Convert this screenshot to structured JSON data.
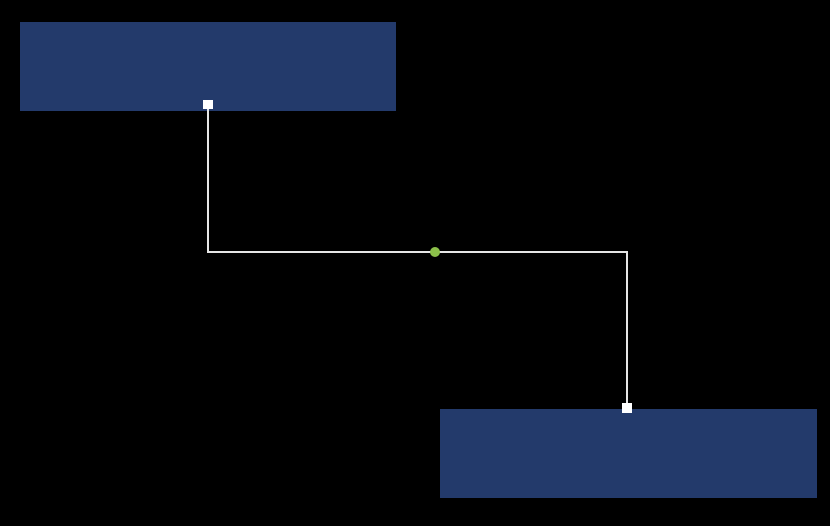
{
  "canvas": {
    "background": "#000000"
  },
  "shapes": {
    "fill": "#233a6b",
    "top_box": {
      "label": ""
    },
    "bottom_box": {
      "label": ""
    }
  },
  "connector": {
    "type": "elbow",
    "line_color": "#e6e6e6",
    "handle_color": "#ffffff",
    "midpoint_handle_color": "#8cc04a",
    "handles": [
      "start-square-handle",
      "midpoint-round-handle",
      "end-square-handle"
    ]
  }
}
